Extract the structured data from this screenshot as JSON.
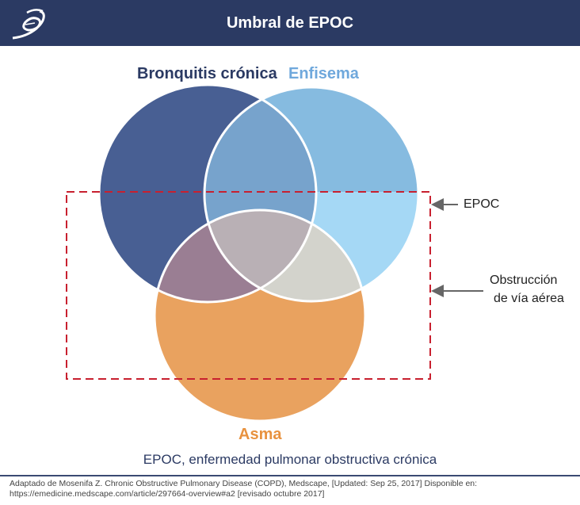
{
  "header": {
    "title": "Umbral de EPOC",
    "logo": "medical-logo"
  },
  "diagram": {
    "sets": [
      {
        "label": "Bronquitis crónica",
        "color": "#485f93"
      },
      {
        "label": "Enfisema",
        "color": "#86bbe0"
      },
      {
        "label": "Asma",
        "color": "#e9a25f"
      }
    ],
    "annotations": {
      "epoc": "EPOC",
      "obstruction_line1": "Obstrucción",
      "obstruction_line2": "de vía aérea"
    },
    "boundary_color": "#c8202f"
  },
  "caption": "EPOC, enfermedad pulmonar obstructiva crónica",
  "footer": {
    "line1": "Adaptado de Mosenifa Z. Chronic Obstructive Pulmonary Disease (COPD), Medscape, [Updated: Sep 25, 2017] Disponible en:",
    "line2": "https://emedicine.medscape.com/article/297664-overview#a2 [revisado octubre 2017]"
  }
}
